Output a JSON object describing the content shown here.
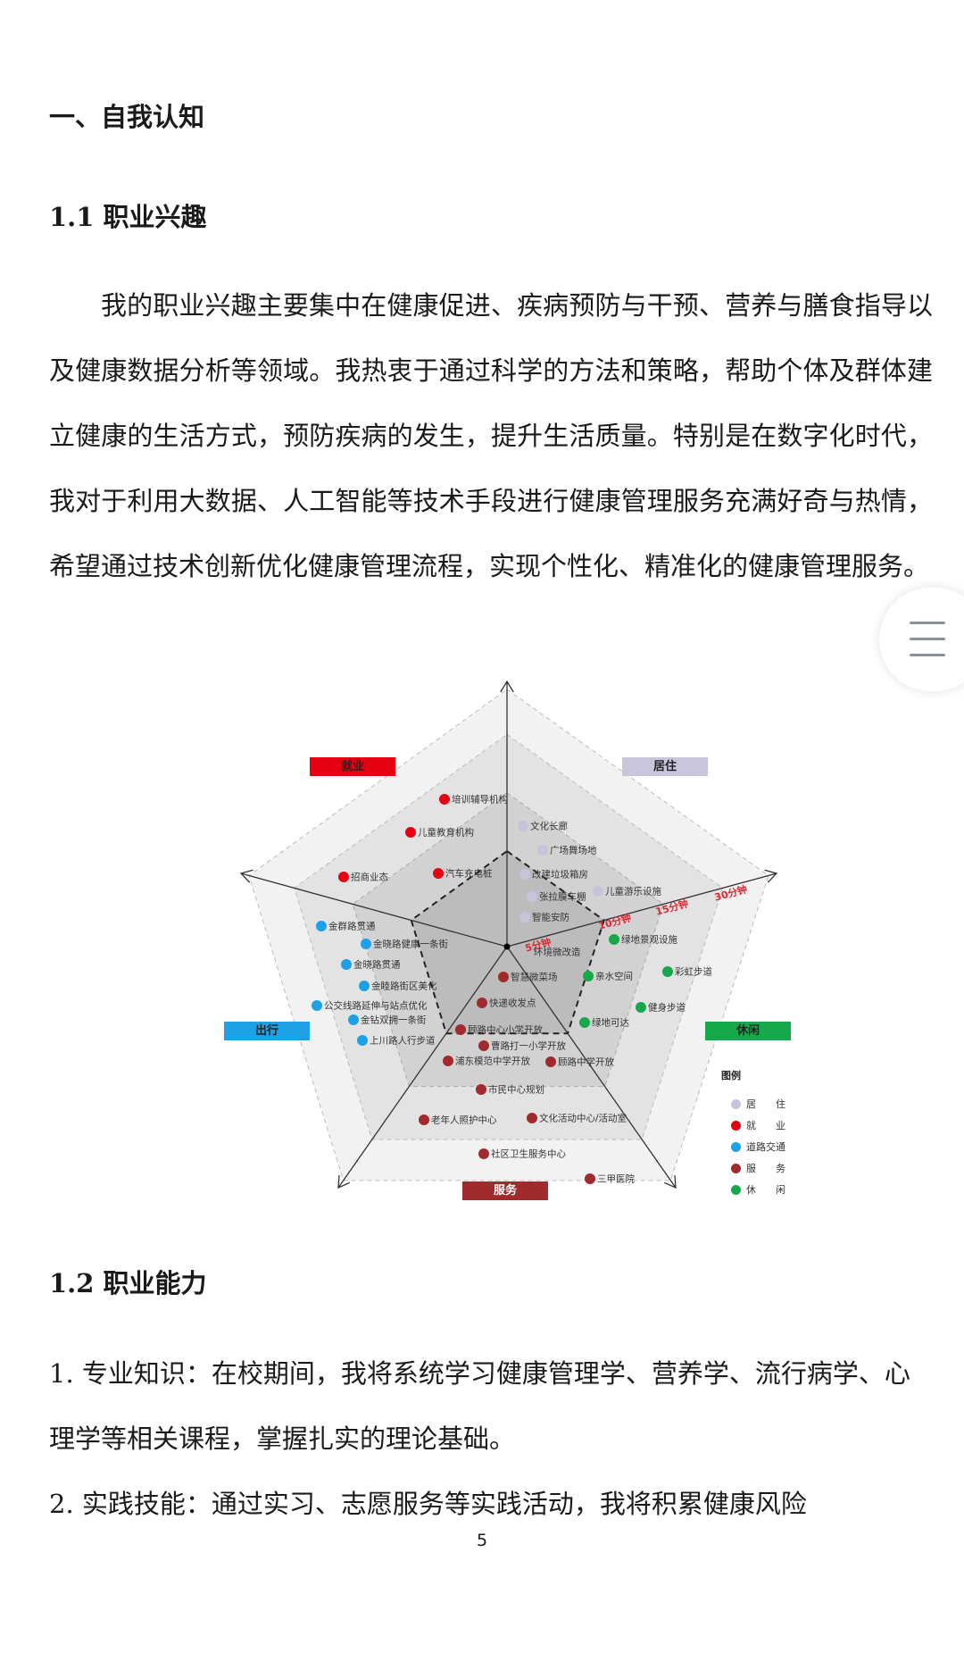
{
  "heading1": "一、自我认知",
  "heading1_1": "1.1 职业兴趣",
  "paragraph_interest": "我的职业兴趣主要集中在健康促进、疾病预防与干预、营养与膳食指导以及健康数据分析等领域。我热衷于通过科学的方法和策略，帮助个体及群体建立健康的生活方式，预防疾病的发生，提升生活质量。特别是在数字化时代，我对于利用大数据、人工智能等技术手段进行健康管理服务充满好奇与热情，希望通过技术创新优化健康管理流程，实现个性化、精准化的健康管理服务。",
  "diagram": {
    "categories": {
      "employment": "就业",
      "living": "居住",
      "travel": "出行",
      "leisure": "休闲",
      "service": "服务"
    },
    "time_rings": [
      "5分钟",
      "10分钟",
      "15分钟",
      "30分钟"
    ],
    "colors": {
      "living": "#c7c3db",
      "employment": "#e60012",
      "travel": "#1ea0e6",
      "service": "#a12a2c",
      "leisure": "#17a84b"
    },
    "employment_items": [
      "培训辅导机构",
      "儿童教育机构",
      "招商业态",
      "汽车充电桩"
    ],
    "living_items": [
      "文化长廊",
      "广场舞场地",
      "改建垃圾箱房",
      "张拉膜车棚",
      "儿童游乐设施",
      "智能安防",
      "环境微改造"
    ],
    "travel_items": [
      "金群路贯通",
      "金晓路健康一条街",
      "金晓路贯通",
      "金睦路街区美化",
      "公交线路延伸与站点优化",
      "金钻双拥一条街",
      "上川路人行步道"
    ],
    "service_items": [
      "智慧微菜场",
      "快递收发点",
      "顾路中心小学开放",
      "曹路打一小学开放",
      "浦东模范中学开放",
      "顾路中学开放",
      "市民中心规划",
      "老年人照护中心",
      "文化活动中心/活动室",
      "社区卫生服务中心",
      "三甲医院"
    ],
    "leisure_items": [
      "绿地景观设施",
      "亲水空间",
      "彩虹步道",
      "健身步道",
      "绿地可达"
    ],
    "legend": {
      "title": "图例",
      "items": [
        "居　住",
        "就　业",
        "道路交通",
        "服　务",
        "休　闲"
      ]
    }
  },
  "heading1_2": "1.2 职业能力",
  "list": [
    "1.  专业知识：在校期间，我将系统学习健康管理学、营养学、流行病学、心理学等相关课程，掌握扎实的理论基础。",
    "2.  实践技能：通过实习、志愿服务等实践活动，我将积累健康风险"
  ],
  "page_number": "5"
}
